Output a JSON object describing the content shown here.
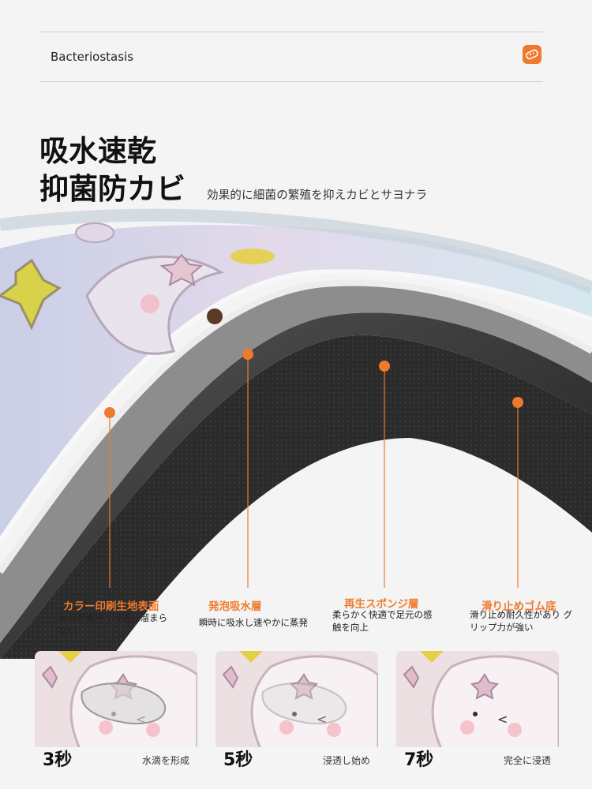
{
  "header": {
    "title": "Bacteriostasis",
    "icon": "sponge-icon",
    "accent_color": "#f07a2c"
  },
  "headline": {
    "line1": "吸水速乾",
    "line2": "抑菌防カビ",
    "subtitle": "効果的に細菌の繁殖を抑えカビとサヨナラ"
  },
  "layers": [
    {
      "label": "カラー印刷生地表面",
      "desc": "水分が素早く浸透し溜まらない"
    },
    {
      "label": "発泡吸水層",
      "desc": "瞬時に吸水し速やかに蒸発"
    },
    {
      "label": "再生スポンジ層",
      "desc": "柔らかく快適で足元の感触を向上"
    },
    {
      "label": "滑り止めゴム底",
      "desc": "滑り止め耐久性があり グリップ力が強い"
    }
  ],
  "photos": [
    {
      "time": "3秒",
      "caption": "水滴を形成",
      "water_level": 1.0
    },
    {
      "time": "5秒",
      "caption": "浸透し始め",
      "water_level": 0.55
    },
    {
      "time": "7秒",
      "caption": "完全に浸透",
      "water_level": 0.0
    }
  ]
}
